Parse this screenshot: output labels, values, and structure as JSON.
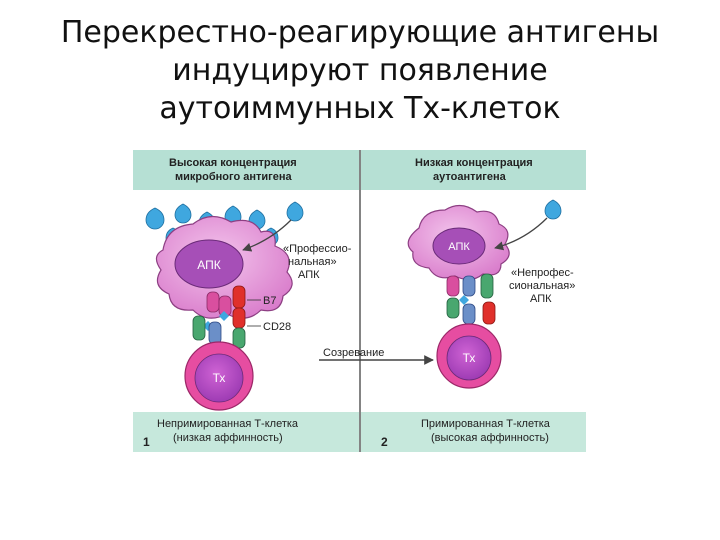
{
  "title": {
    "line1": "Перекрестно-реагирующие антигены",
    "line2": "индуцируют появление",
    "line3": "аутоиммунных Тх-клеток"
  },
  "panel1": {
    "header_line1": "Высокая концентрация",
    "header_line2": "микробного антигена",
    "apc_label": "АПК",
    "apc_type_line1": "«Профессио-",
    "apc_type_line2": "нальная»",
    "apc_type_line3": "АПК",
    "b7_label": "B7",
    "cd28_label": "CD28",
    "tcell_label": "Тх",
    "footer_line1": "Непримированная Т-клетка",
    "footer_line2": "(низкая аффинность)",
    "number": "1"
  },
  "panel2": {
    "header_line1": "Низкая концентрация",
    "header_line2": "аутоантигена",
    "apc_label": "АПК",
    "apc_type_line1": "«Непрофес-",
    "apc_type_line2": "сиональная»",
    "apc_type_line3": "АПК",
    "tcell_label": "Тх",
    "footer_line1": "Примированная Т-клетка",
    "footer_line2": "(высокая аффинность)",
    "number": "2"
  },
  "maturation_label": "Созревание",
  "colors": {
    "header_band": "#b6e0d4",
    "footer_band": "#c6e8dc",
    "apc_fill": "#e79ad9",
    "tcell_outer": "#e64da1",
    "tcell_inner": "#b54cc6",
    "antigen": "#3fa7df",
    "b7_red": "#e0302b",
    "cd28_green": "#49a76f",
    "mhc_pink": "#d94f9f",
    "tcr_blue": "#6b8fc8"
  }
}
